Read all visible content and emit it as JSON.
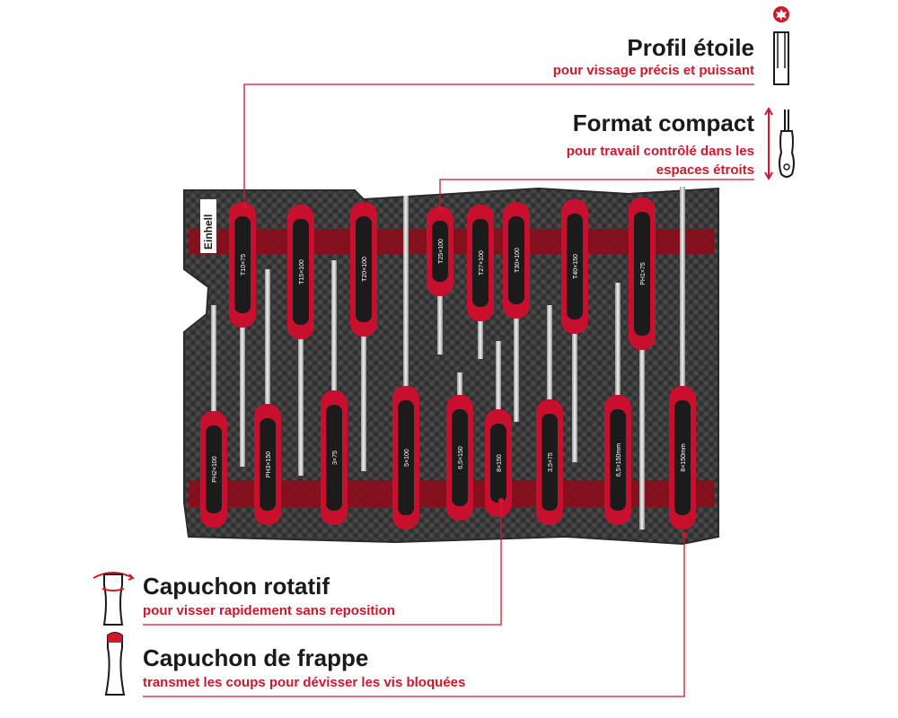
{
  "features": [
    {
      "title": "Profil étoile",
      "subtitle": "pour vissage précis et puissant",
      "icon": "torx-bit-icon"
    },
    {
      "title": "Format compact",
      "subtitle": "pour travail contrôlé dans les espaces étroits",
      "icon": "compact-screwdriver-icon"
    },
    {
      "title": "Capuchon rotatif",
      "subtitle": "pour visser rapidement sans reposition",
      "icon": "rotating-cap-icon"
    },
    {
      "title": "Capuchon de frappe",
      "subtitle": "transmet les coups pour dévisser les vis bloquées",
      "icon": "impact-cap-icon"
    }
  ],
  "brand": "Einhell",
  "tool_labels": [
    "T10×75",
    "T15×100",
    "T20×100",
    "T25×100",
    "T27×100",
    "T30×100",
    "T40×150",
    "PH1×75",
    "PH2×100",
    "PH3×150",
    "3×75",
    "5×100",
    "6,5×150",
    "8×150",
    "3,5×75",
    "6,5×150mm",
    "8×150mm"
  ],
  "colors": {
    "accent": "#d0182b",
    "text": "#1a1a1a",
    "foam": "#3a3a3a",
    "handle_red": "#c8102e",
    "handle_black": "#1b1b1b"
  }
}
